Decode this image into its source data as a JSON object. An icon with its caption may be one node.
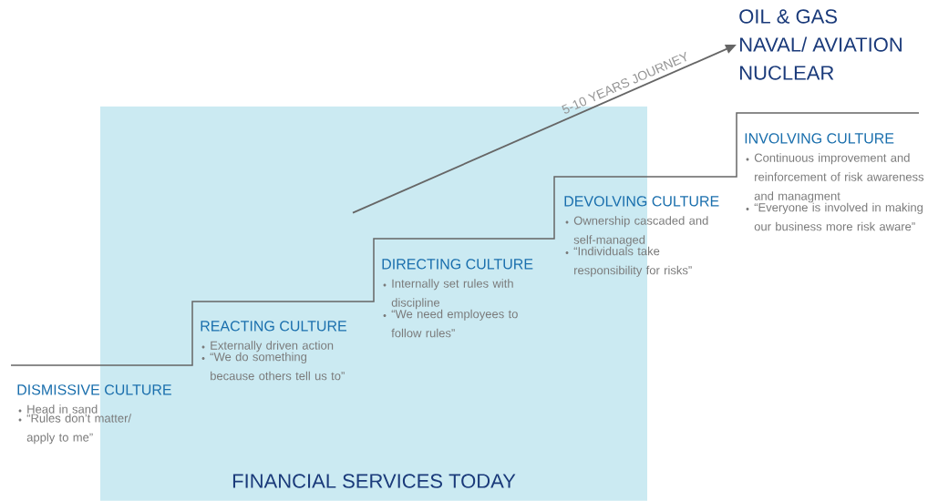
{
  "diagram": {
    "nodes": [
      {
        "text": [
          "FINANCIAL SERVICES TODAY"
        ]
      },
      {
        "text": [
          "OIL & GAS",
          "NAVAL/ AVIATION",
          "NUCLEAR"
        ]
      }
    ],
    "edges": [
      {
        "from": 0,
        "to": 1,
        "arrow": "to",
        "label": "5-10 YEARS JOURNEY"
      }
    ],
    "labels": [
      "DISMISSIVE CULTURE",
      "Head in sand",
      "“Rules don’t matter/ apply to me”",
      "REACTING CULTURE",
      "Externally driven action",
      "“We do something because others tell us to”",
      "DIRECTING CULTURE",
      "Internally set rules with discipline",
      "“We need employees to follow rules”",
      "DEVOLVING CULTURE",
      "Ownership cascaded and self-managed",
      "“Individuals take responsibility for risks”",
      "INVOLVING CULTURE",
      "Continuous improvement and reinforcement of risk awareness and managment",
      "“Everyone is involved in making our business more risk aware”"
    ]
  }
}
